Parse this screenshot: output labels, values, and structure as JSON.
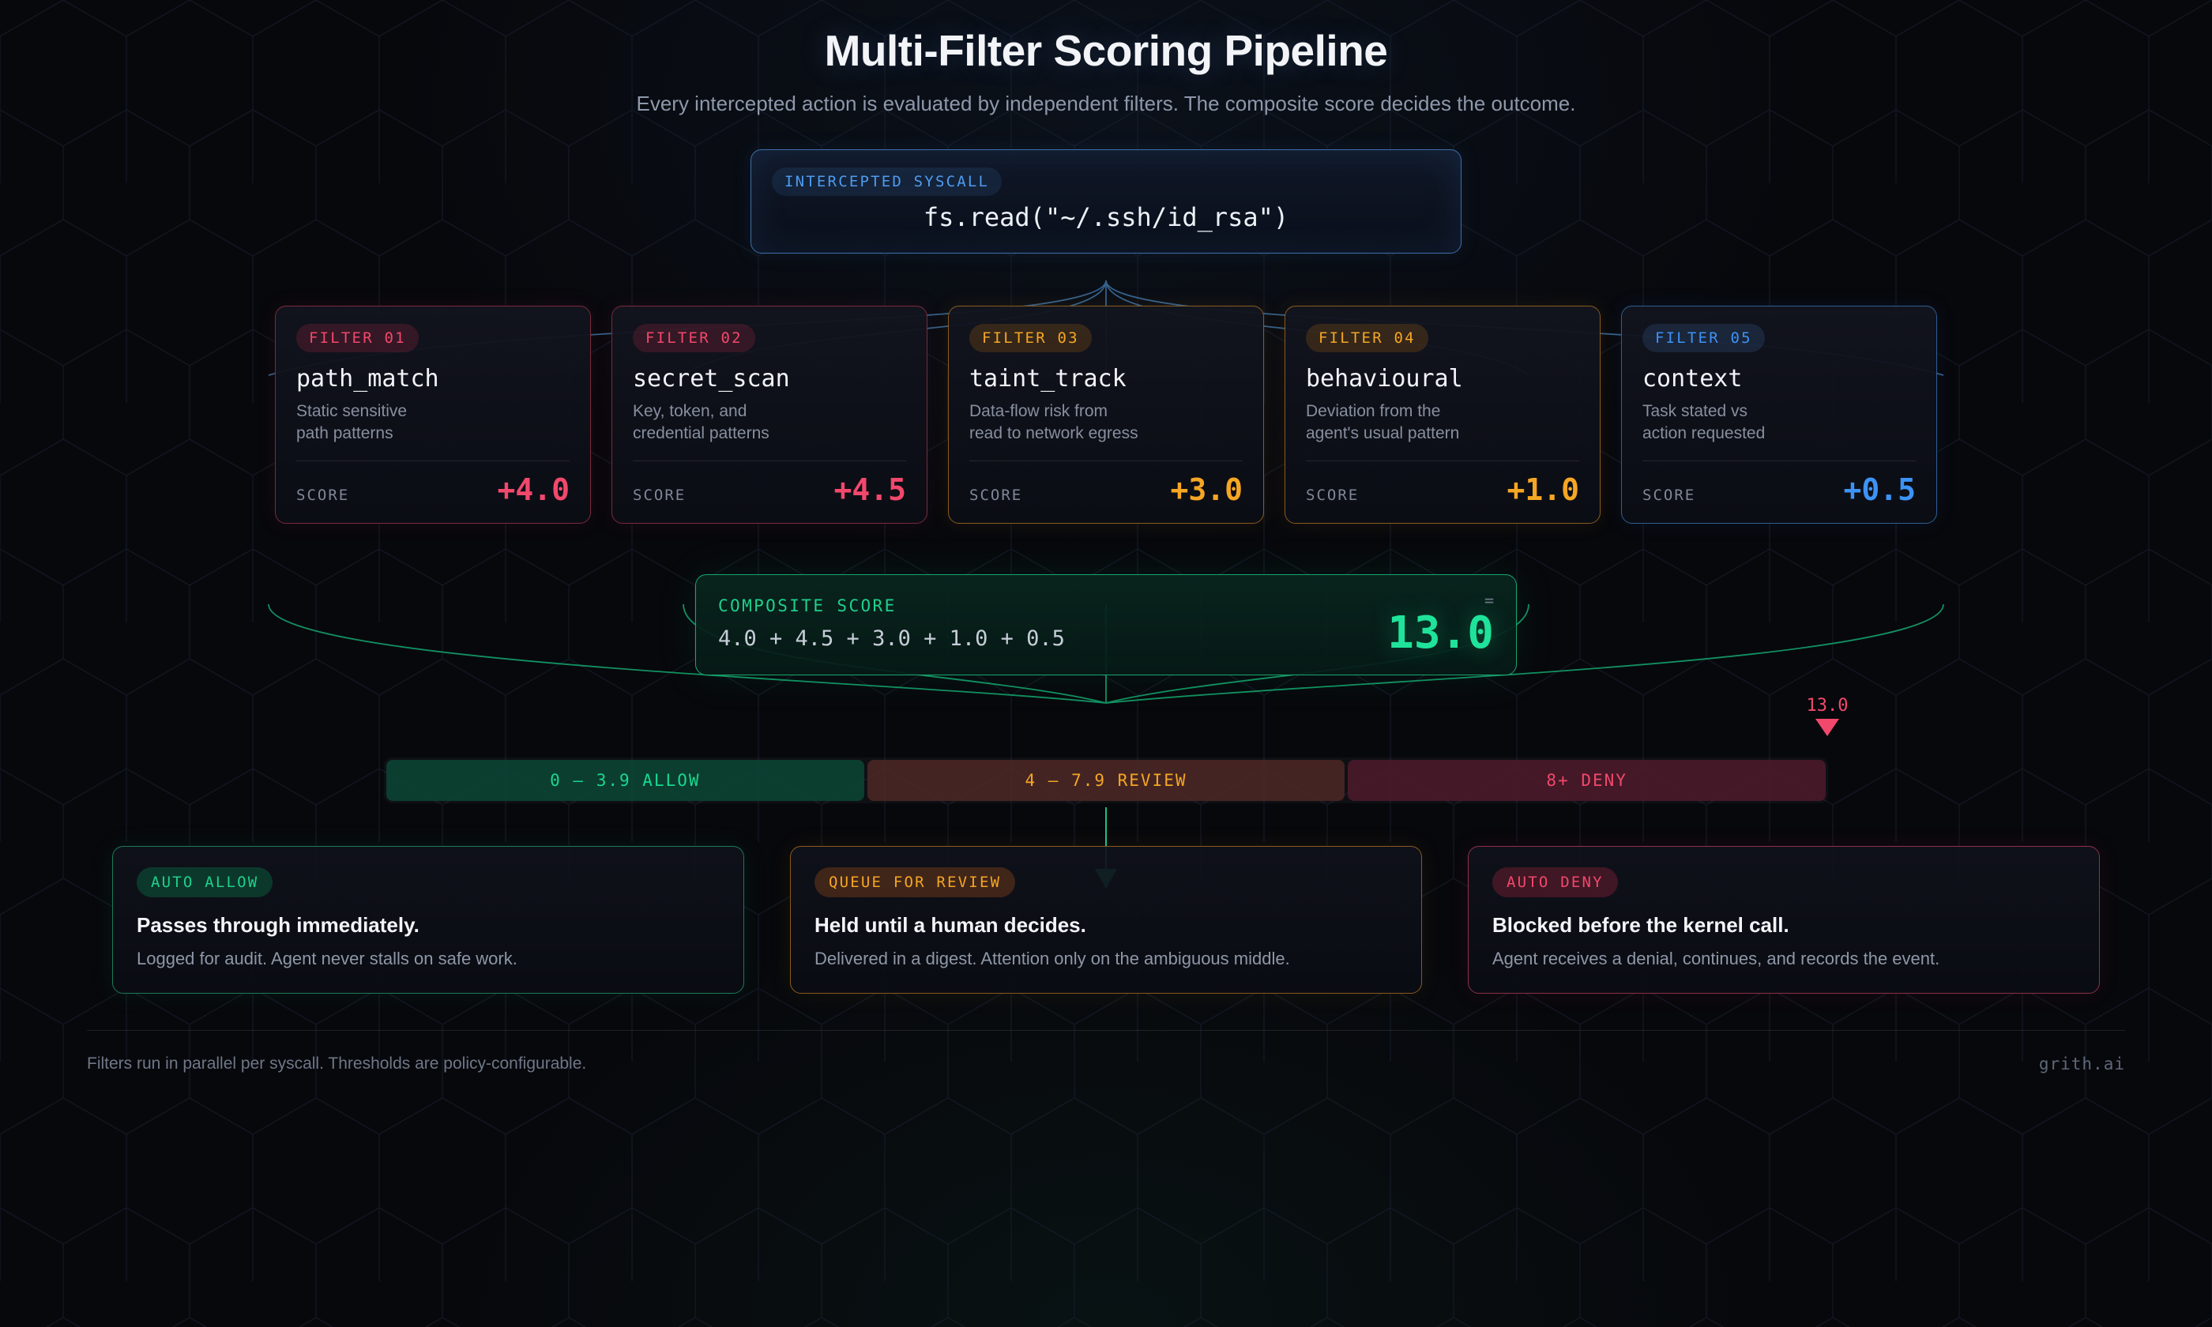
{
  "header": {
    "title": "Multi-Filter Scoring Pipeline",
    "subtitle": "Every intercepted action is evaluated by independent filters. The composite score decides the outcome."
  },
  "syscall": {
    "tag": "INTERCEPTED SYSCALL",
    "code": "fs.read(\"~/.ssh/id_rsa\")"
  },
  "filters": [
    {
      "tag": "FILTER 01",
      "name": "path_match",
      "desc": "Static sensitive\npath patterns",
      "score_label": "SCORE",
      "score": "+4.0",
      "accent": "#f2486c"
    },
    {
      "tag": "FILTER 02",
      "name": "secret_scan",
      "desc": "Key, token, and\ncredential patterns",
      "score_label": "SCORE",
      "score": "+4.5",
      "accent": "#f2486c"
    },
    {
      "tag": "FILTER 03",
      "name": "taint_track",
      "desc": "Data-flow risk from\nread to network egress",
      "score_label": "SCORE",
      "score": "+3.0",
      "accent": "#f5a623"
    },
    {
      "tag": "FILTER 04",
      "name": "behavioural",
      "desc": "Deviation from the\nagent's usual pattern",
      "score_label": "SCORE",
      "score": "+1.0",
      "accent": "#f5a623"
    },
    {
      "tag": "FILTER 05",
      "name": "context",
      "desc": "Task stated vs\naction requested",
      "score_label": "SCORE",
      "score": "+0.5",
      "accent": "#3d93f5"
    }
  ],
  "composite": {
    "label": "COMPOSITE SCORE",
    "expression": "4.0 + 4.5 + 3.0 + 1.0 + 0.5",
    "equals_sign": "=",
    "total": "13.0",
    "accent": "#1fe39a"
  },
  "threshold": {
    "segments": [
      {
        "label": "0 — 3.9 ALLOW",
        "color": "#19d78f"
      },
      {
        "label": "4 — 7.9 REVIEW",
        "color": "#f5a623"
      },
      {
        "label": "8+ DENY",
        "color": "#f2486c"
      }
    ],
    "marker_value": "13.0",
    "marker_color": "#f2486c"
  },
  "outcomes": [
    {
      "tag": "AUTO ALLOW",
      "heading": "Passes through immediately.",
      "body": "Logged for audit. Agent never stalls on safe work.",
      "accent": "#1fd18c"
    },
    {
      "tag": "QUEUE FOR REVIEW",
      "heading": "Held until a human decides.",
      "body": "Delivered in a digest. Attention only on the ambiguous middle.",
      "accent": "#f5a623"
    },
    {
      "tag": "AUTO DENY",
      "heading": "Blocked before the kernel call.",
      "body": "Agent receives a denial, continues, and records the event.",
      "accent": "#f2486c"
    }
  ],
  "footer": {
    "note": "Filters run in parallel per syscall. Thresholds are policy-configurable.",
    "brand": "grith.ai"
  }
}
